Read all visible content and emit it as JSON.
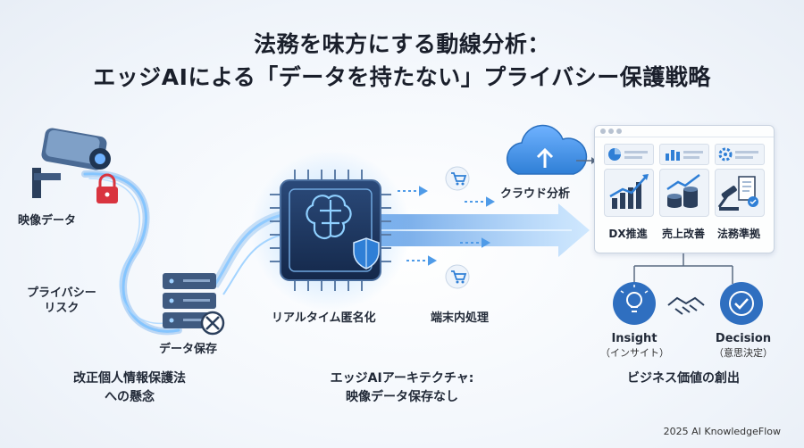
{
  "title_line1": "法務を味方にする動線分析：",
  "title_line2": "エッジAIによる「データを持たない」プライバシー保護戦略",
  "labels": {
    "video_data": "映像データ",
    "privacy_risk_1": "プライバシー",
    "privacy_risk_2": "リスク",
    "data_storage": "データ保存",
    "realtime_anon": "リアルタイム匿名化",
    "on_device": "端末内処理",
    "cloud_analysis": "クラウド分析",
    "dx": "DX推進",
    "sales": "売上改善",
    "legal": "法務準拠",
    "insight": "Insight",
    "insight_jp": "（インサイト）",
    "decision": "Decision",
    "decision_jp": "（意思決定）"
  },
  "captions": {
    "left_1": "改正個人情報保護法",
    "left_2": "への懸念",
    "mid_1": "エッジAIアーキテクチャ:",
    "mid_2": "映像データ保存なし",
    "right_1": "ビジネス価値の創出"
  },
  "copyright": "2025 AI KnowledgeFlow",
  "colors": {
    "accent": "#2f7fd6",
    "flow": "#5aa6ee",
    "dark": "#1f3a5f",
    "red": "#d9343f"
  },
  "icons": [
    "camera-icon",
    "lock-icon",
    "server-icon",
    "blocked-icon",
    "chip-icon",
    "brain-icon",
    "shield-icon",
    "cart-icon",
    "cloud-icon",
    "chart-icon",
    "coins-icon",
    "gavel-icon",
    "lightbulb-icon",
    "handshake-icon",
    "check-icon"
  ]
}
